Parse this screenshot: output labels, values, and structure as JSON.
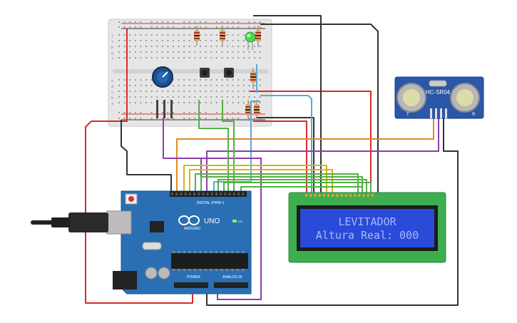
{
  "lcd": {
    "line1": "LEVITADOR",
    "line2": "Altura Real: 000"
  },
  "arduino": {
    "brand": "ARDUINO",
    "model": "UNO",
    "header_digital": "DIGITAL (PWM~)",
    "header_power": "POWER",
    "header_analog": "ANALOG IN",
    "on_label": "ON"
  },
  "sensor": {
    "label": "HC-SR04",
    "left_mark": "T",
    "right_mark": "R"
  },
  "colors": {
    "arduino_board": "#2a6fb3",
    "lcd_board": "#3dae4f",
    "lcd_screen": "#2a4bd7",
    "lcd_text": "#a6b8ff",
    "sensor_board": "#2a57a8",
    "breadboard": "#e8e8e8",
    "wire_red": "#d62b2b",
    "wire_black": "#333333",
    "wire_orange": "#e8891b",
    "wire_yellow": "#d9b217",
    "wire_green": "#53b044",
    "wire_purple": "#8b3fa8",
    "wire_blue": "#5aa8d6",
    "led_green": "#4cd64c"
  },
  "icons": {
    "usb": "usb-cable-icon",
    "potentiometer": "potentiometer-icon",
    "led": "led-icon",
    "button": "pushbutton-icon",
    "resistor": "resistor-icon"
  }
}
